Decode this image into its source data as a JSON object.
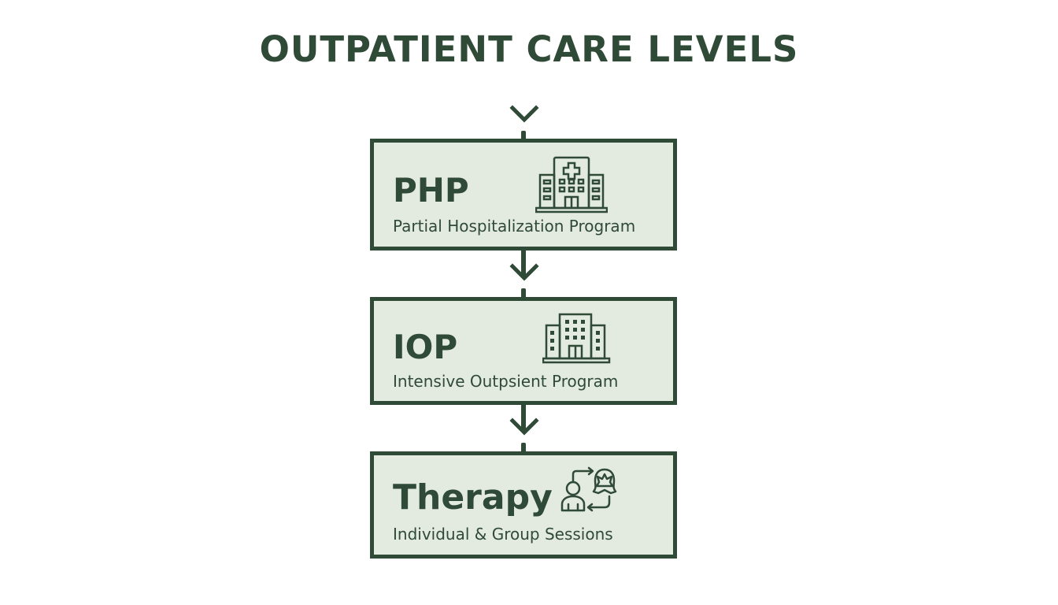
{
  "title": "OUTPATIENT CARE LEVELS",
  "colors": {
    "primary": "#2f4a36",
    "box_fill": "#e3eadf",
    "background": "#ffffff"
  },
  "levels": [
    {
      "abbr": "PHP",
      "full_name": "Partial Hospitalization Program",
      "icon": "hospital-icon"
    },
    {
      "abbr": "IOP",
      "full_name": "Intensive Outpsient Program",
      "icon": "office-building-icon"
    },
    {
      "abbr": "Therapy",
      "full_name": "Individual & Group Sessions",
      "icon": "therapy-session-icon"
    }
  ],
  "connectors": [
    {
      "type": "down-chevron"
    },
    {
      "type": "down-arrow"
    },
    {
      "type": "down-arrow"
    }
  ]
}
